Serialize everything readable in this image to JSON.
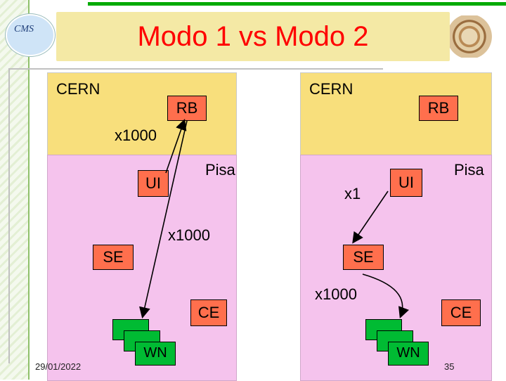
{
  "title": "Modo 1 vs Modo 2",
  "logo_left": {
    "icon": "cms-logo",
    "text": "CMS"
  },
  "logo_right": {
    "icon": "wood-rings-logo"
  },
  "left_panel": {
    "cern_label": "CERN",
    "rb_label": "RB",
    "multiplier_top": "x1000",
    "pisa_label": "Pisa",
    "ui_label": "UI",
    "multiplier_mid": "x1000",
    "se_label": "SE",
    "ce_label": "CE",
    "wn_label": "WN"
  },
  "right_panel": {
    "cern_label": "CERN",
    "rb_label": "RB",
    "pisa_label": "Pisa",
    "ui_label": "UI",
    "multiplier_ui": "x1",
    "se_label": "SE",
    "multiplier_se": "x1000",
    "ce_label": "CE",
    "wn_label": "WN"
  },
  "footer": {
    "date": "29/01/2022",
    "page": "35"
  },
  "colors": {
    "title": "#ff0000",
    "yellow": "#f8df7c",
    "pink": "#f5c3ed",
    "node": "#ff6f4d",
    "wn": "#00bb33"
  }
}
